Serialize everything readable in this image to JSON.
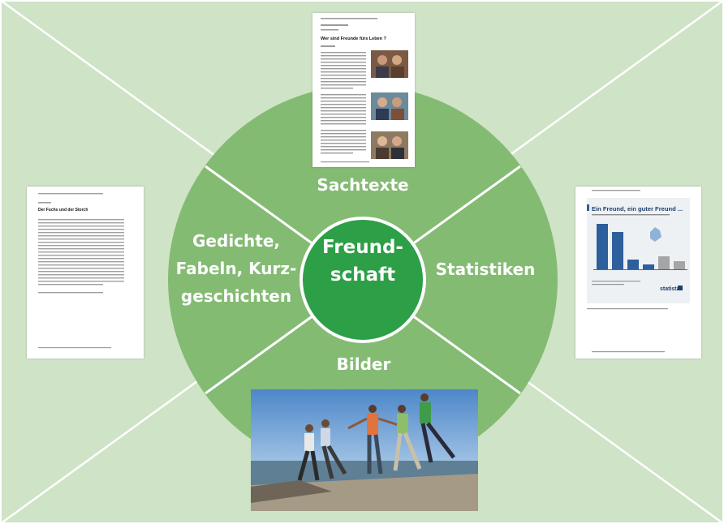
{
  "center": {
    "label": "Freund-\nschaft"
  },
  "segments": {
    "top": "Sachtexte",
    "left": "Gedichte,\nFabeln, Kurz-\ngeschichten",
    "right": "Statistiken",
    "bottom": "Bilder"
  },
  "documents": {
    "article": {
      "heading": "Wer sind Freunde fürs Leben ?"
    },
    "poem": {
      "heading": "Der Fuchs und der Storch"
    },
    "statistic": {
      "title": "Ein Freund, ein guter Freund ...",
      "brand": "statista"
    }
  },
  "colors": {
    "background": "#cfe3c6",
    "outer_circle": "#84bb73",
    "segment_lines": "#ffffff",
    "inner_circle": "#2d9f46",
    "stat_bar": "#2e5f9d"
  }
}
